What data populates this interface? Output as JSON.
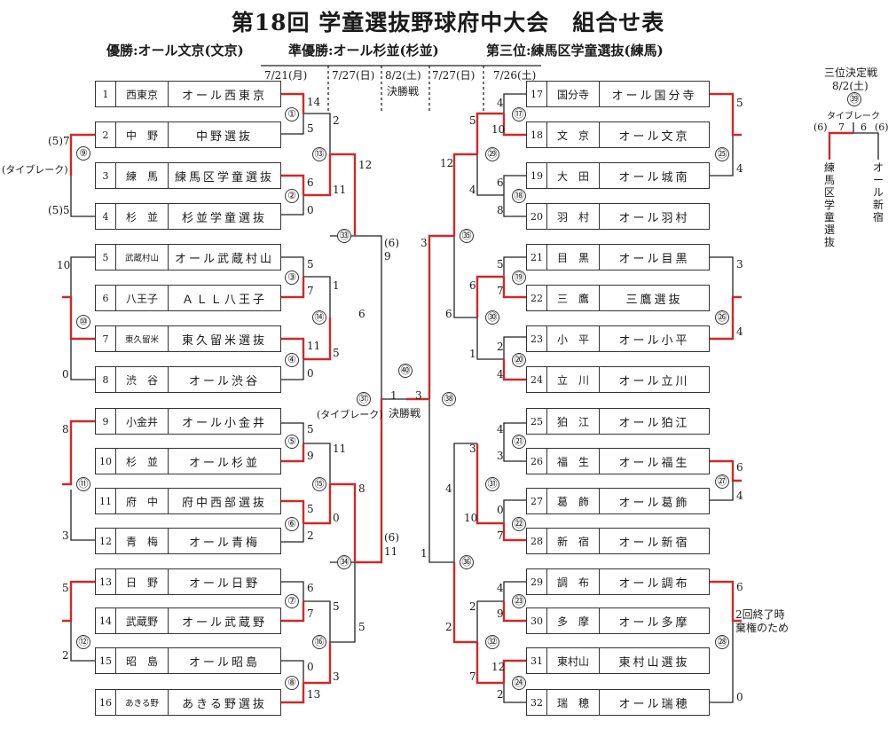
{
  "title": "第18回 学童選抜野球府中大会　組合せ表",
  "results": {
    "winner": "優勝:オール文京(文京)",
    "runner_up": "準優勝:オール杉並(杉並)",
    "third": "第三位:練馬区学童選抜(練馬)"
  },
  "headers": {
    "d1": "7/21(月)",
    "d2": "7/27(日)",
    "d3": "8/2(土)",
    "d3b": "決勝戦",
    "d4": "7/27(日)",
    "d5": "7/26(土)"
  },
  "left_teams": [
    {
      "no": "1",
      "area": "西東京",
      "name": "オール西東京"
    },
    {
      "no": "2",
      "area": "中　野",
      "name": "中野選抜"
    },
    {
      "no": "3",
      "area": "練　馬",
      "name": "練馬区学童選抜"
    },
    {
      "no": "4",
      "area": "杉　並",
      "name": "杉並学童選抜"
    },
    {
      "no": "5",
      "area": "武蔵村山",
      "name": "オール武蔵村山"
    },
    {
      "no": "6",
      "area": "八王子",
      "name": "ＡＬＬ八王子"
    },
    {
      "no": "7",
      "area": "東久留米",
      "name": "東久留米選抜"
    },
    {
      "no": "8",
      "area": "渋　谷",
      "name": "オール渋谷"
    },
    {
      "no": "9",
      "area": "小金井",
      "name": "オール小金井"
    },
    {
      "no": "10",
      "area": "杉　並",
      "name": "オール杉並"
    },
    {
      "no": "11",
      "area": "府　中",
      "name": "府中西部選抜"
    },
    {
      "no": "12",
      "area": "青　梅",
      "name": "オール青梅"
    },
    {
      "no": "13",
      "area": "日　野",
      "name": "オール日野"
    },
    {
      "no": "14",
      "area": "武蔵野",
      "name": "オール武蔵野"
    },
    {
      "no": "15",
      "area": "昭　島",
      "name": "オール昭島"
    },
    {
      "no": "16",
      "area": "あきる野",
      "name": "あきる野選抜"
    }
  ],
  "right_teams": [
    {
      "no": "17",
      "area": "国分寺",
      "name": "オール国分寺"
    },
    {
      "no": "18",
      "area": "文　京",
      "name": "オール文京"
    },
    {
      "no": "19",
      "area": "大　田",
      "name": "オール城南"
    },
    {
      "no": "20",
      "area": "羽　村",
      "name": "オール羽村"
    },
    {
      "no": "21",
      "area": "目　黒",
      "name": "オール目黒"
    },
    {
      "no": "22",
      "area": "三　鷹",
      "name": "三鷹選抜"
    },
    {
      "no": "23",
      "area": "小　平",
      "name": "オール小平"
    },
    {
      "no": "24",
      "area": "立　川",
      "name": "オール立川"
    },
    {
      "no": "25",
      "area": "狛　江",
      "name": "オール狛江"
    },
    {
      "no": "26",
      "area": "福　生",
      "name": "オール福生"
    },
    {
      "no": "27",
      "area": "葛　飾",
      "name": "オール葛飾"
    },
    {
      "no": "28",
      "area": "新　宿",
      "name": "オール新宿"
    },
    {
      "no": "29",
      "area": "調　布",
      "name": "オール調布"
    },
    {
      "no": "30",
      "area": "多　摩",
      "name": "オール多摩"
    },
    {
      "no": "31",
      "area": "東村山",
      "name": "東村山選抜"
    },
    {
      "no": "32",
      "area": "瑞　穂",
      "name": "オール瑞穂"
    }
  ],
  "scores": {
    "l1": "14",
    "l2": "5",
    "l3": "6",
    "l4": "0",
    "l5": "5",
    "l6": "7",
    "l7": "11",
    "l8": "0",
    "l9": "5",
    "l10": "9",
    "l11": "5",
    "l12": "2",
    "l13": "6",
    "l14": "7",
    "l15": "0",
    "l16": "13",
    "l_q1a": "2",
    "l_q1b": "11",
    "l_q2a": "1",
    "l_q2b": "5",
    "l_q3a": "11",
    "l_q3b": "0",
    "l_q4a": "5",
    "l_q4b": "3",
    "l_s1a": "12",
    "l_s1b": "6",
    "l_s2a": "8",
    "l_s2b": "5",
    "l_f1": "9",
    "l_f1t": "(6)",
    "l_f2": "11",
    "l_f2t": "(6)",
    "final_l": "1",
    "final_r": "3",
    "lo_9a": "7",
    "lo_9at": "(5)",
    "lo_9b": "5",
    "lo_9bt": "(5)",
    "lo_10a": "10",
    "lo_10b": "0",
    "lo_11a": "8",
    "lo_11b": "3",
    "lo_12a": "5",
    "lo_12b": "2",
    "r17": "4",
    "r18": "10",
    "r19": "6",
    "r20": "8",
    "r21": "5",
    "r22": "7",
    "r23": "2",
    "r24": "4",
    "r25": "4",
    "r26": "3",
    "r27": "0",
    "r28": "7",
    "r29": "4",
    "r30": "9",
    "r31": "12",
    "r32": "2",
    "r_q1a": "5",
    "r_q1b": "4",
    "r_q2a": "6",
    "r_q2b": "1",
    "r_q3a": "3",
    "r_q3b": "10",
    "r_q4a": "2",
    "r_q4b": "7",
    "r_s1a": "12",
    "r_s1b": "6",
    "r_s2a": "4",
    "r_s2b": "2",
    "r_f1": "3",
    "r_f2": "1",
    "ro_25a": "5",
    "ro_25b": "4",
    "ro_26a": "3",
    "ro_26b": "4",
    "ro_27a": "6",
    "ro_27b": "4",
    "ro_28a": "6",
    "ro_28b": "0"
  },
  "match_nums": {
    "m1": "①",
    "m2": "②",
    "m3": "③",
    "m4": "④",
    "m5": "⑤",
    "m6": "⑥",
    "m7": "⑦",
    "m8": "⑧",
    "m9": "⑨",
    "m10": "⑩",
    "m11": "⑪",
    "m12": "⑫",
    "m13": "⑬",
    "m14": "⑭",
    "m15": "⑮",
    "m16": "⑯",
    "m17": "⑰",
    "m18": "⑱",
    "m19": "⑲",
    "m20": "⑳",
    "m21": "㉑",
    "m22": "㉒",
    "m23": "㉓",
    "m24": "㉔",
    "m25": "㉕",
    "m26": "㉖",
    "m27": "㉗",
    "m28": "㉘",
    "m29": "㉙",
    "m30": "㉚",
    "m31": "㉛",
    "m32": "㉜",
    "m33": "㉝",
    "m34": "㉞",
    "m35": "㉟",
    "m36": "㊱",
    "m37": "㊲",
    "m38": "㊳",
    "m39": "㊴",
    "m40": "㊵"
  },
  "notes": {
    "tiebreak1": "(タイブレーク)",
    "tiebreak2": "(タイブレーク)",
    "final_label": "決勝戦",
    "forfeit1": "2回終了時",
    "forfeit2": "棄権のため"
  },
  "third_place": {
    "label": "三位決定戦",
    "date": "8/2(土)",
    "tiebreak": "タイブレーク",
    "left_tb": "(6)",
    "left_score": "7",
    "right_score": "6",
    "right_tb": "(6)",
    "left_team": "練馬区学童選抜",
    "right_team": "オール新宿"
  },
  "colors": {
    "winner_line": "#cc2a2a",
    "line": "#222222"
  }
}
